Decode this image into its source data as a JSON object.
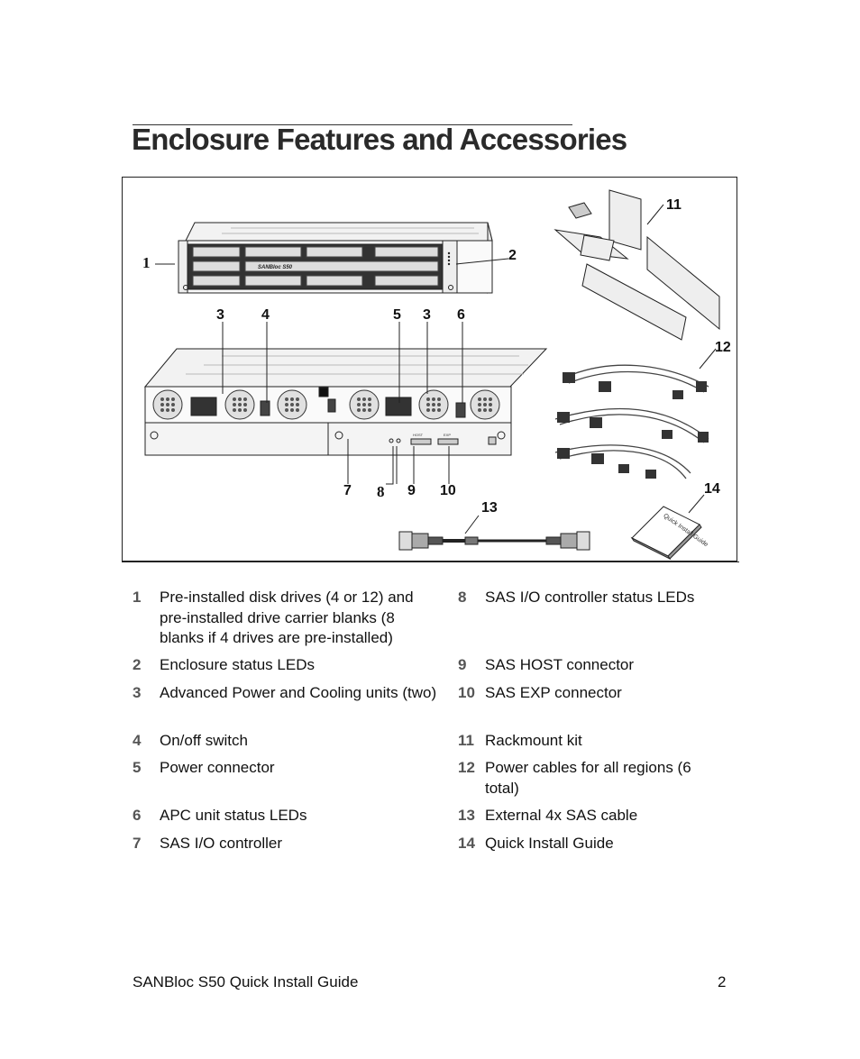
{
  "page": {
    "title": "Enclosure Features and Accessories",
    "footer_title": "SANBloc S50 Quick Install Guide",
    "page_number": "2"
  },
  "figure": {
    "callouts": [
      "1",
      "2",
      "3",
      "4",
      "5",
      "3",
      "6",
      "7",
      "8",
      "9",
      "10",
      "11",
      "12",
      "13",
      "14"
    ],
    "front_logo": "SANBloc S50",
    "port_host": "HOST",
    "port_exp": "EXP",
    "book_text": "Quick Install Guide"
  },
  "legend": {
    "left": [
      {
        "num": "1",
        "text": "Pre-installed disk drives (4 or 12) and pre-installed drive carrier blanks (8 blanks if 4 drives are pre-installed)"
      },
      {
        "num": "2",
        "text": "Enclosure status LEDs"
      },
      {
        "num": "3",
        "text": "Advanced Power and Cooling units (two)"
      },
      {
        "num": "4",
        "text": "On/off switch"
      },
      {
        "num": "5",
        "text": "Power connector"
      },
      {
        "num": "6",
        "text": "APC unit status LEDs"
      },
      {
        "num": "7",
        "text": "SAS I/O controller"
      }
    ],
    "right": [
      {
        "num": "8",
        "text": "SAS I/O controller status LEDs"
      },
      {
        "num": "9",
        "text": "SAS HOST connector"
      },
      {
        "num": "10",
        "text": "SAS EXP connector"
      },
      {
        "num": "11",
        "text": "Rackmount kit"
      },
      {
        "num": "12",
        "text": "Power cables for all regions (6 total)"
      },
      {
        "num": "13",
        "text": "External 4x SAS cable"
      },
      {
        "num": "14",
        "text": "Quick Install Guide"
      }
    ]
  }
}
